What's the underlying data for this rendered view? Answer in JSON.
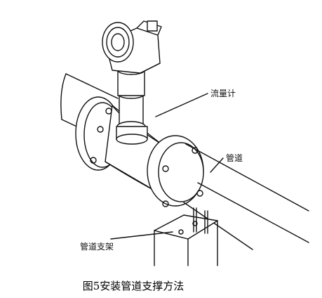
{
  "labels": {
    "flowmeter": "流量计",
    "pipe": "管道",
    "pipe_support": "管道支架"
  },
  "caption": "图5安装管道支撑方法"
}
